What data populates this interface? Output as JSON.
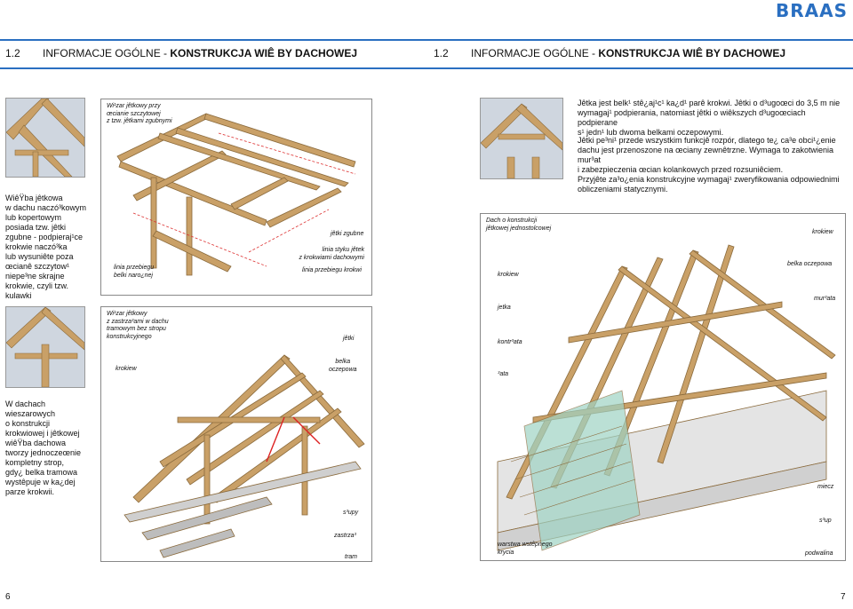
{
  "brand": "BRAAS",
  "left": {
    "header_num": "1.2",
    "header_pre": "INFORMACJE OGÓLNE - ",
    "header_bold": "KONSTRUKCJA WIÊ  BY DACHOWEJ",
    "box1": [
      "Wi¹zar jêtkowy przy",
      "œcianie szczytowej",
      "z tzw. jêtkami zgubnymi"
    ],
    "side1": [
      "WiêŸba jêtkowa",
      "w dachu naczó³kowym",
      "lub kopertowym",
      "posiada tzw. jêtki",
      "zgubne - podpieraj¹ce",
      "krokwie naczó³ka",
      "lub wysuniête poza",
      "œcianê szczytow¹",
      "niepe³ne skrajne",
      "krokwie, czyli tzw.",
      "kulawki"
    ],
    "lbl_belki": [
      "linia przebiegu",
      "belki naro¿nej"
    ],
    "lbl_jetki_zgubne": "jêtki zgubne",
    "lbl_styk": [
      "linia styku jêtek",
      "z krokwiami dachowymi"
    ],
    "lbl_krokwi": "linia przebiegu krokwi",
    "box2": [
      "Wi¹zar jêtkowy",
      "z zastrza³ami w dachu",
      "tramowym bez stropu",
      "konstrukcyjnego"
    ],
    "lbl_jetki": "jêtki",
    "lbl_krokiew": "krokiew",
    "lbl_belka": [
      "belka",
      "oczepowa"
    ],
    "side2": [
      "W dachach",
      "wieszarowych",
      "o konstrukcji",
      "krokwiowej i jêtkowej",
      "wiêŸba dachowa",
      "tworzy jednoczeœnie",
      "kompletny strop,",
      "gdy¿ belka tramowa",
      "wystêpuje w ka¿dej",
      "parze krokwii."
    ],
    "lbl_slupy": "s³upy",
    "lbl_zastrzal": "zastrza³",
    "lbl_tram": "tram",
    "page": "6"
  },
  "right": {
    "header_num": "1.2",
    "header_pre": "INFORMACJE OGÓLNE - ",
    "header_bold": "KONSTRUKCJA WIÊ  BY DACHOWEJ",
    "para1": [
      "Jêtka jest belk¹  stê¿aj¹c¹  ka¿d¹  parê krokwi. Jêtki o d³ugoœci do 3,5 m nie",
      "wymagaj¹  podpierania, natomiast jêtki o wiêkszych d³ugoœciach podpierane",
      "s¹  jedn¹  lub dwoma belkami oczepowymi."
    ],
    "para2": [
      "Jêtki pe³ni¹  przede wszystkim funkcjê rozpór, dlatego te¿ ca³e obci¹¿enie",
      "dachu jest przenoszone na œciany zewnêtrzne. Wymaga to zakotwienia mur³at",
      "i zabezpieczenia œcian kolankowych przed rozsuniêciem.",
      "Przyjête za³o¿enia konstrukcyjne wymagaj¹  zweryfikowania odpowiednimi",
      "obliczeniami statycznymi."
    ],
    "box": [
      "Dach o konstrukcji",
      "jêtkowej jednostolcowej"
    ],
    "lbl_krokiew_top": "krokiew",
    "lbl_belka": "belka oczepowa",
    "lbl_murlata": "mur³ata",
    "lbl_krokiew": "krokiew",
    "lbl_jetka": "jetka",
    "lbl_kontrlata": "kontr³ata",
    "lbl_lata": "³ata",
    "lbl_miecz": "miecz",
    "lbl_warstwa": [
      "warstwa wstêpnego",
      "krycia"
    ],
    "lbl_slup": "s³up",
    "lbl_podwalina": "podwalina",
    "page": "7"
  },
  "colors": {
    "brand": "#2a6fc1",
    "timber": "#c9a067",
    "timber_dark": "#8a6a3c",
    "sky": "#cfd6df",
    "slab": "#e4e4e4",
    "membrane": "#9fd3c4"
  }
}
